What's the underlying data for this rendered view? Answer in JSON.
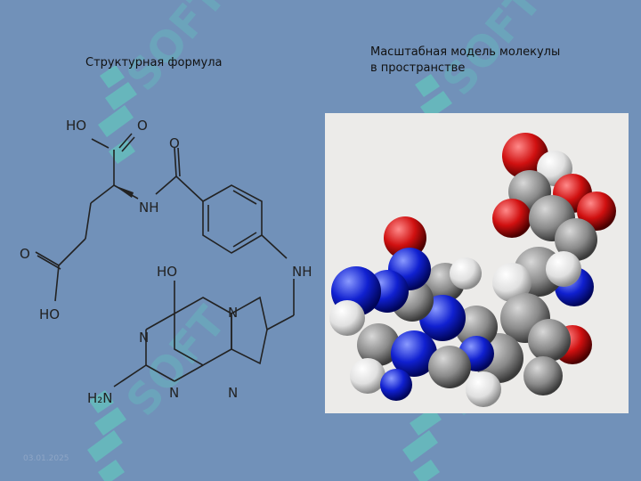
{
  "captions": {
    "structural_formula": "Структурная формула",
    "spatial_model": "Масштабная модель молекулы\n в пространстве"
  },
  "formula_labels": {
    "hoo_top": "HO",
    "o_top": "O",
    "nh_amide": "NH",
    "o_amide": "O",
    "o_side": "O",
    "ho_side": "HO",
    "nh_link": "NH",
    "ho_ring": "HO",
    "n1": "N",
    "n2": "N",
    "n3": "N",
    "n4": "N",
    "h2n": "H₂N"
  },
  "footer": {
    "date": "03.01.2025"
  },
  "colors": {
    "background": "#7191b9",
    "watermark": "#5fd0c0",
    "carbon": "#8a8a8a",
    "oxygen": "#d01010",
    "nitrogen": "#1020d0",
    "hydrogen": "#e8e8e8"
  }
}
